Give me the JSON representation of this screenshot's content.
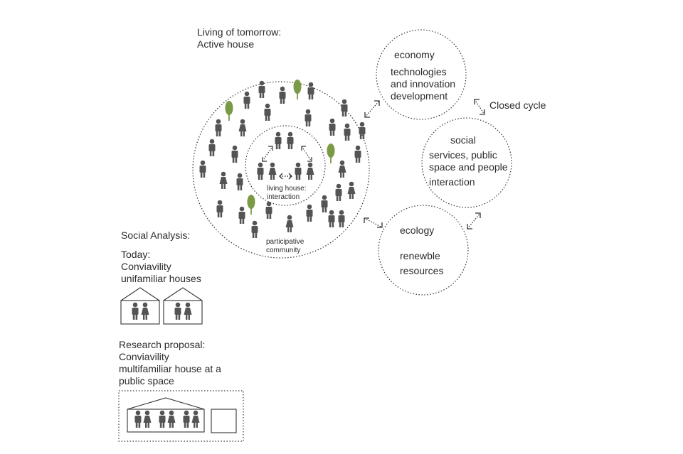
{
  "title": {
    "line1": "Living of tomorrow:",
    "line2": "Active house"
  },
  "main_circle": {
    "inner_label_line1": "living house:",
    "inner_label_line2": "interaction",
    "outer_label_line1": "participative",
    "outer_label_line2": "community"
  },
  "economy": {
    "heading": "economy",
    "lines": [
      "technologies",
      "and innovation",
      "development"
    ]
  },
  "social": {
    "heading": "social",
    "lines": [
      "services, public",
      "space and people",
      "interaction"
    ]
  },
  "ecology": {
    "heading": "ecology",
    "lines": [
      "renewble",
      "resources"
    ]
  },
  "cycle_label": "Closed cycle",
  "social_analysis": {
    "heading": "Social Analysis:",
    "today_line1": "Today:",
    "today_line2": "Conviavility",
    "today_line3": "unifamiliar houses"
  },
  "research": {
    "line1": "Research proposal:",
    "line2": "Conviavility",
    "line3": "multifamiliar house at a",
    "line4": "public space"
  },
  "colors": {
    "person": "#545454",
    "tree": "#7a9a45",
    "stroke": "#333333",
    "text": "#2b2b2b"
  },
  "icons": {
    "person": "person-icon",
    "tree": "tree-icon",
    "house": "house-icon",
    "arrow": "double-arrow-icon"
  }
}
